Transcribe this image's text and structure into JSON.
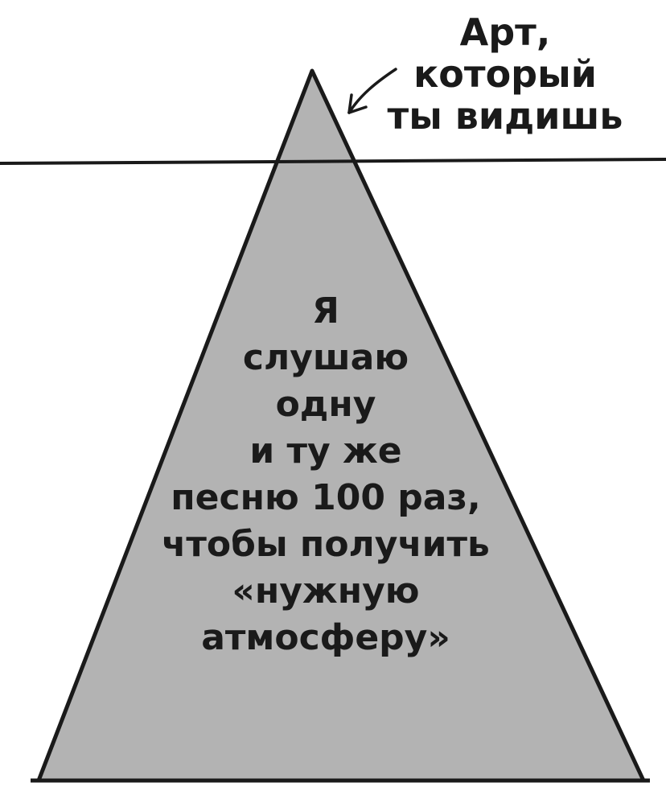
{
  "diagram": {
    "type": "iceberg-pyramid",
    "colors": {
      "background": "#ffffff",
      "pyramid_fill": "#b3b3b3",
      "stroke": "#1a1a1a",
      "text": "#1a1a1a"
    },
    "icons": [
      "arrow-icon"
    ],
    "tip_label": {
      "lines": [
        "Арт,",
        "который",
        "ты видишь"
      ]
    },
    "body_text": {
      "lines": [
        "Я",
        "слушаю",
        "одну",
        "и ту же",
        "песню 100 раз,",
        "чтобы получить",
        "«нужную",
        "атмосферу»"
      ]
    }
  }
}
